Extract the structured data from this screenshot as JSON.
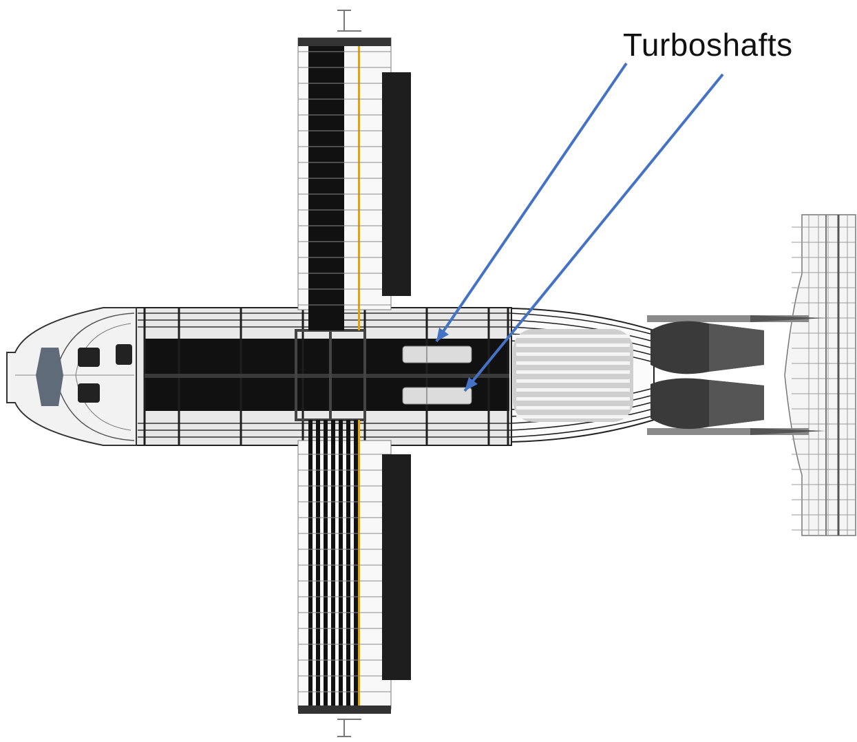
{
  "annotation": {
    "label": "Turboshafts",
    "arrow_color": "#4472c4"
  },
  "colors": {
    "structure_dark": "#111111",
    "frame": "#1e1e1e",
    "skin_light": "#e8e8e8",
    "tail_skin": "#f4f4f4",
    "wing_spar": "#e2a400",
    "canopy_glass": "#5f6b78",
    "engine_body": "#dcdcdc",
    "exhaust_nozzle": "#3a3a3a",
    "tailboom_grey": "#8a8a8a"
  },
  "components": [
    "fuselage-nose-canopy",
    "crew-seats",
    "main-fuselage-frame",
    "forward-wing",
    "aft-wing",
    "wing-tip-nacelles",
    "turboshaft-engines",
    "engine-exhaust-nozzles",
    "tail-booms",
    "tail-plane"
  ]
}
